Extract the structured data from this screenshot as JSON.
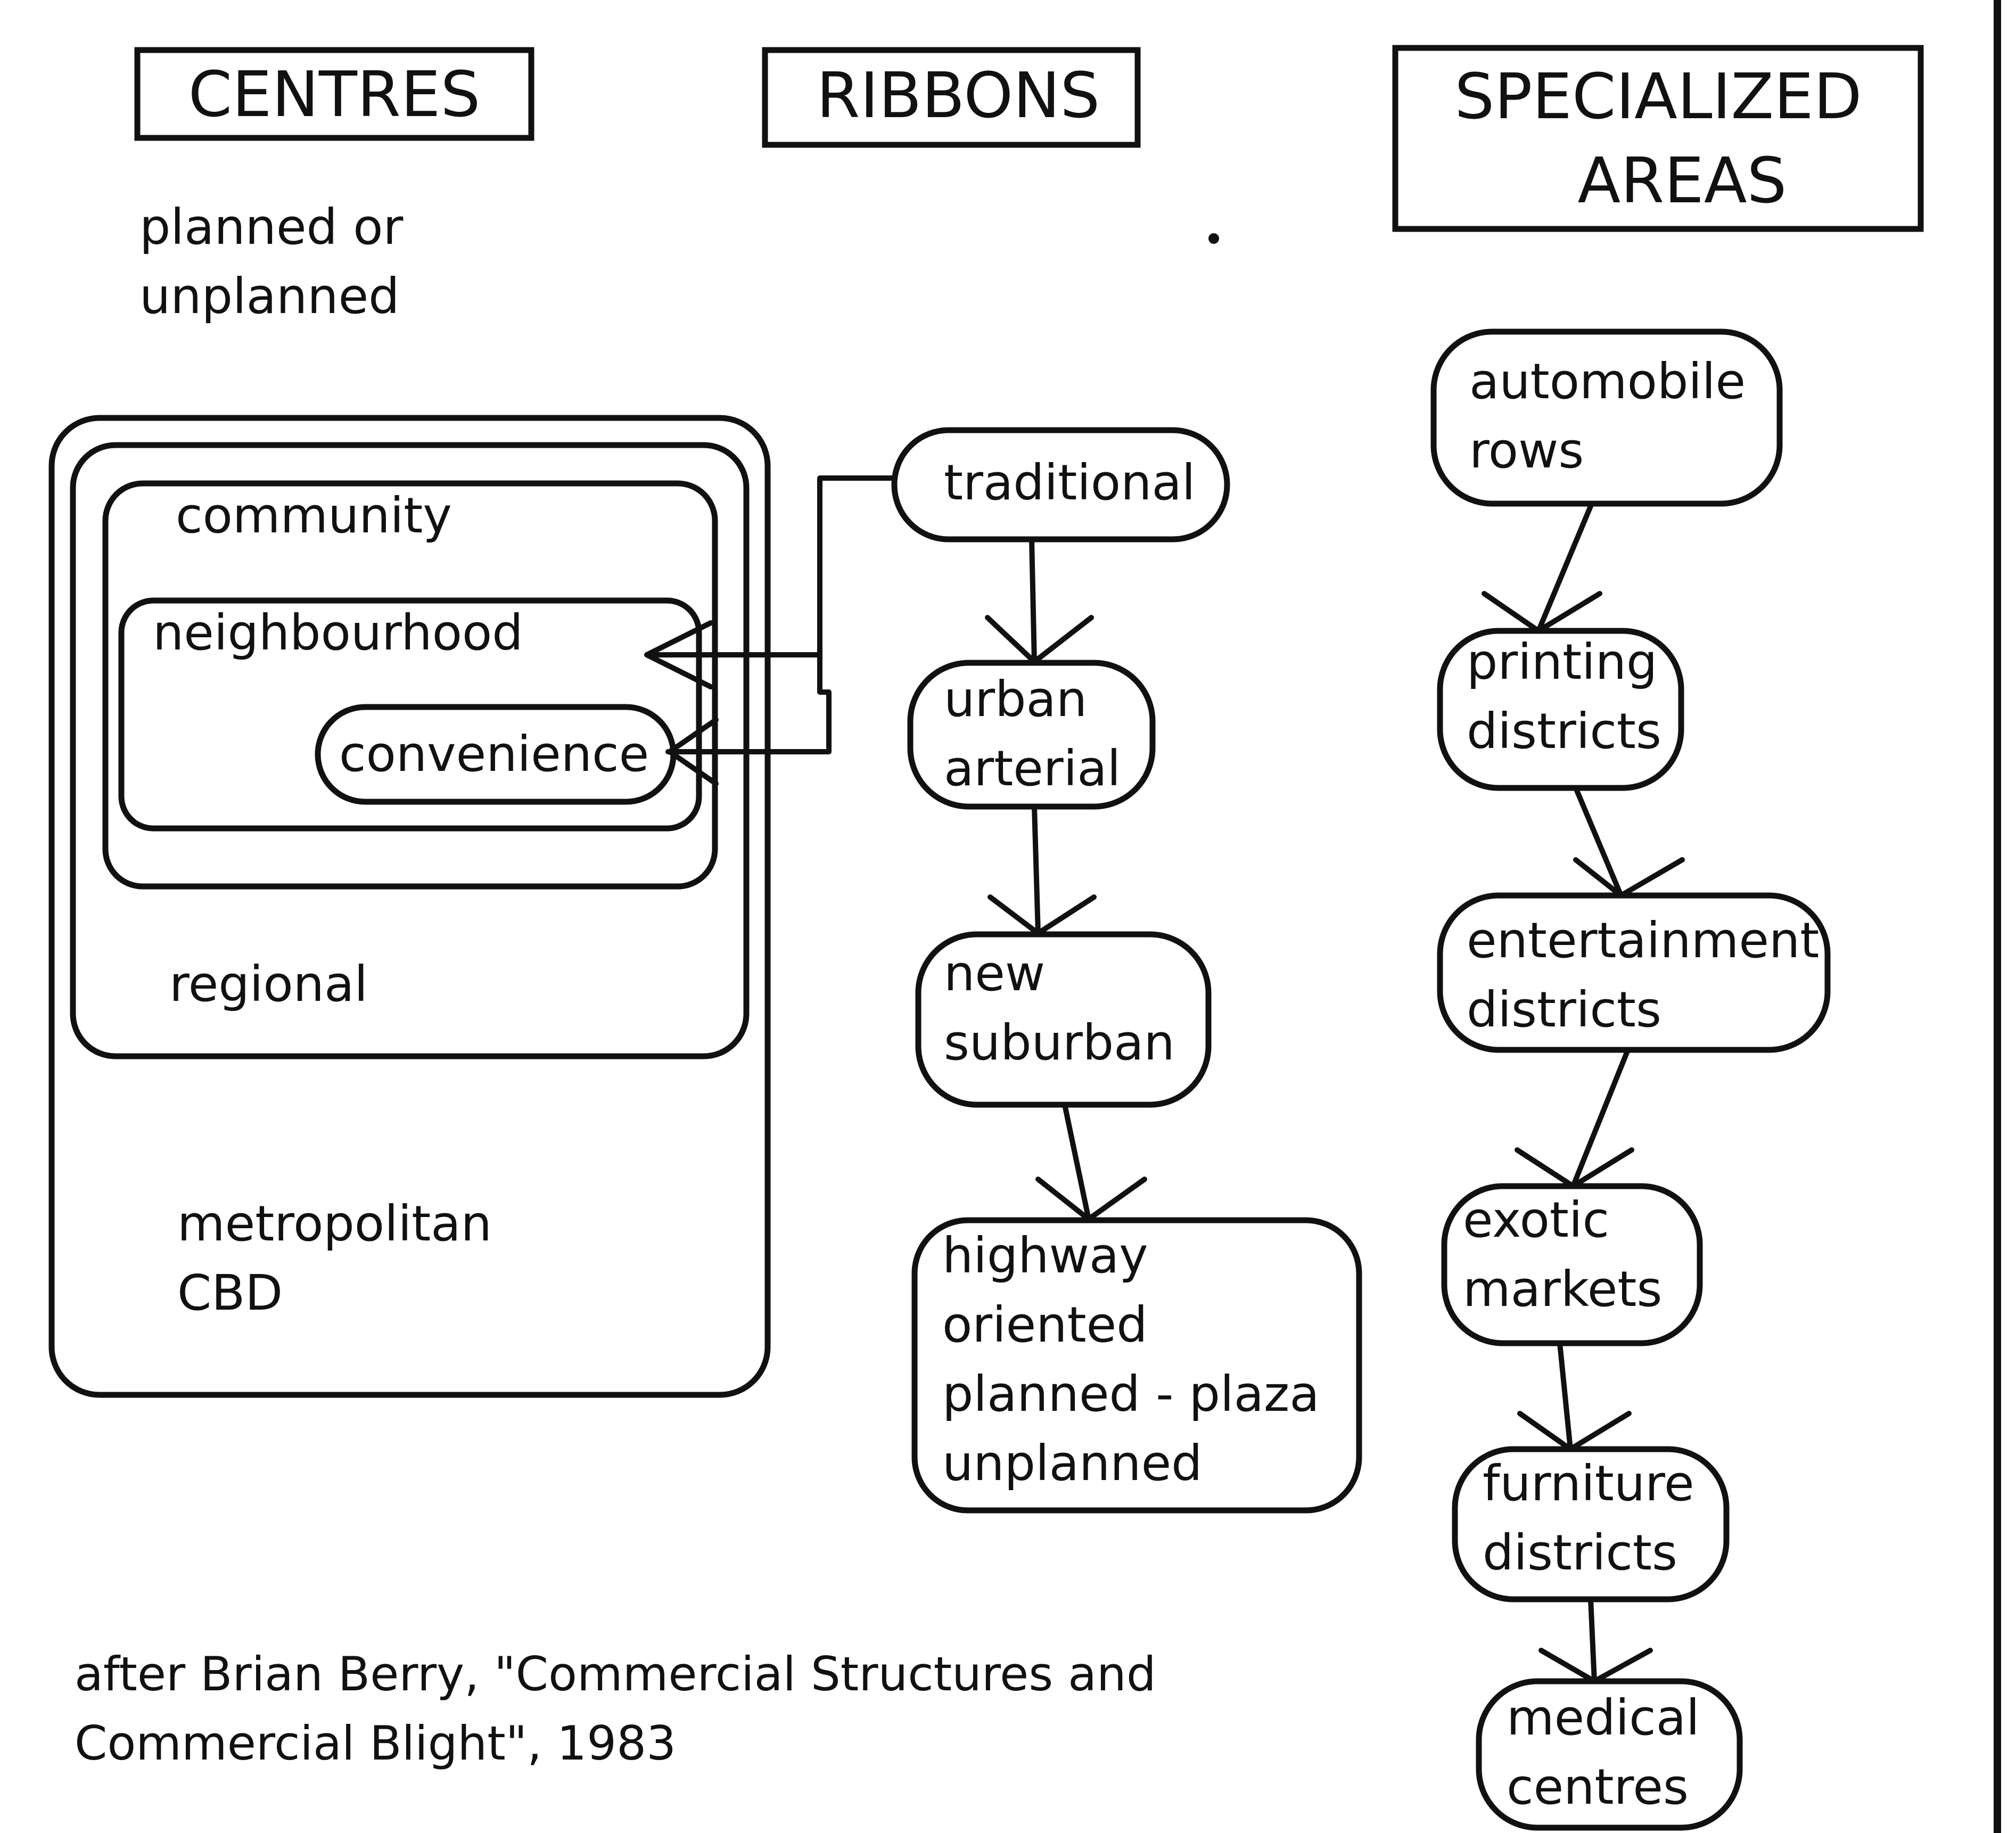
{
  "headers": {
    "centres": "CENTRES",
    "ribbons": "RIBBONS",
    "specialized_line1": "SPECIALIZED",
    "specialized_line2": "AREAS"
  },
  "centres": {
    "note_line1": "planned or",
    "note_line2": "unplanned",
    "community": "community",
    "neighbourhood": "neighbourhood",
    "convenience": "convenience",
    "regional": "regional",
    "metropolitan_line1": "metropolitan",
    "metropolitan_line2": "CBD"
  },
  "ribbons": {
    "traditional": "traditional",
    "urban_line1": "urban",
    "urban_line2": "arterial",
    "new_line1": "new",
    "new_line2": "suburban",
    "highway_line1": "highway",
    "highway_line2": "oriented",
    "highway_line3": "planned - plaza",
    "highway_line4": "unplanned"
  },
  "specialized": {
    "automobile_line1": "automobile",
    "automobile_line2": "rows",
    "printing_line1": "printing",
    "printing_line2": "districts",
    "entertainment_line1": "entertainment",
    "entertainment_line2": "districts",
    "exotic_line1": "exotic",
    "exotic_line2": "markets",
    "furniture_line1": "furniture",
    "furniture_line2": "districts",
    "medical_line1": "medical",
    "medical_line2": "centres"
  },
  "citation": {
    "line1": "after Brian Berry, \"Commercial Structures and",
    "line2": "Commercial Blight\", 1983"
  }
}
